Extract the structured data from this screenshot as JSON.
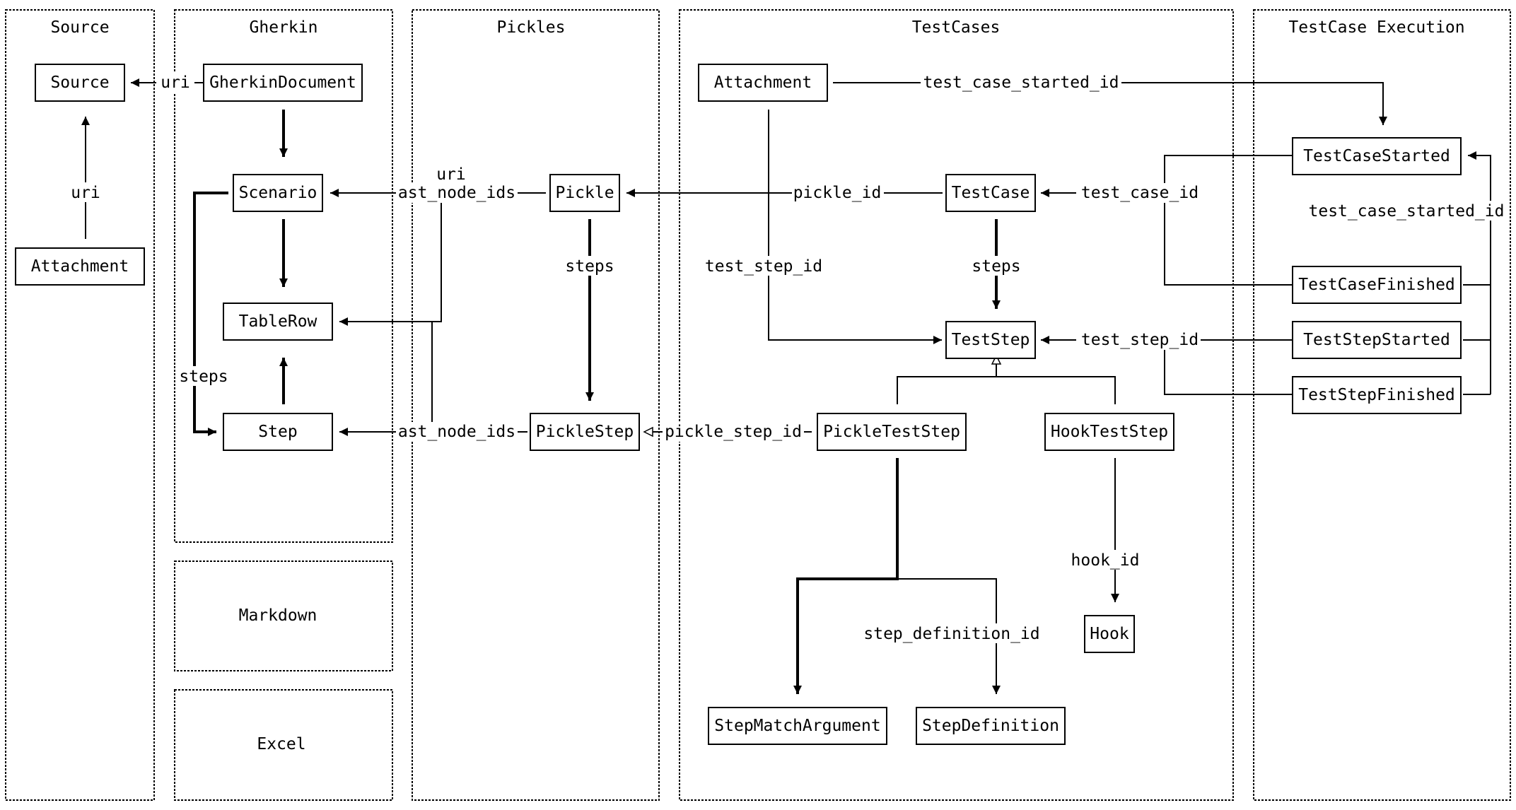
{
  "panels": {
    "source": "Source",
    "gherkin": "Gherkin",
    "pickles": "Pickles",
    "testcases": "TestCases",
    "execution": "TestCase Execution",
    "markdown": "Markdown",
    "excel": "Excel"
  },
  "nodes": {
    "source": "Source",
    "attachment_src": "Attachment",
    "gherkin_document": "GherkinDocument",
    "scenario": "Scenario",
    "table_row": "TableRow",
    "step": "Step",
    "pickle": "Pickle",
    "pickle_step": "PickleStep",
    "attachment_tc": "Attachment",
    "test_case": "TestCase",
    "test_step": "TestStep",
    "pickle_test_step": "PickleTestStep",
    "hook_test_step": "HookTestStep",
    "hook": "Hook",
    "step_match_argument": "StepMatchArgument",
    "step_definition": "StepDefinition",
    "test_case_started": "TestCaseStarted",
    "test_case_finished": "TestCaseFinished",
    "test_step_started": "TestStepStarted",
    "test_step_finished": "TestStepFinished"
  },
  "edges": {
    "doc_source_uri": "uri",
    "attachment_source_uri": "uri",
    "steps_gherkin": "steps",
    "pickle_uri": "uri",
    "pickle_ast_node_ids": "ast_node_ids",
    "picklestep_ast_node_ids": "ast_node_ids",
    "pickle_steps": "steps",
    "pickle_id": "pickle_id",
    "test_step_id_attachment": "test_step_id",
    "testcase_steps": "steps",
    "pickle_step_id": "pickle_step_id",
    "test_case_started_id_attachment": "test_case_started_id",
    "test_case_id": "test_case_id",
    "test_case_started_id_exec": "test_case_started_id",
    "test_step_id_exec": "test_step_id",
    "hook_id": "hook_id",
    "step_definition_id": "step_definition_id"
  }
}
